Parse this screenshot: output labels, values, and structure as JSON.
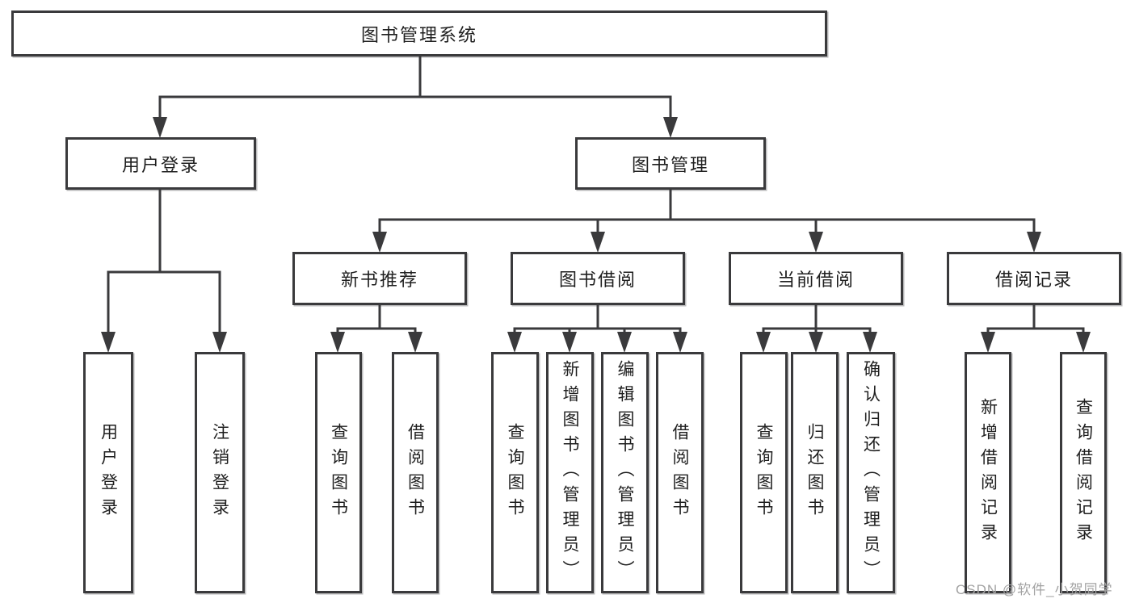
{
  "diagram": {
    "type": "hierarchy-tree",
    "root": {
      "label": "图书管理系统",
      "children": [
        {
          "label": "用户登录",
          "children": [
            {
              "label": "用户登录"
            },
            {
              "label": "注销登录"
            }
          ]
        },
        {
          "label": "图书管理",
          "children": [
            {
              "label": "新书推荐",
              "children": [
                {
                  "label": "查询图书"
                },
                {
                  "label": "借阅图书"
                }
              ]
            },
            {
              "label": "图书借阅",
              "children": [
                {
                  "label": "查询图书"
                },
                {
                  "label": "新增图书（管理员）"
                },
                {
                  "label": "编辑图书（管理员）"
                },
                {
                  "label": "借阅图书"
                }
              ]
            },
            {
              "label": "当前借阅",
              "children": [
                {
                  "label": "查询图书"
                },
                {
                  "label": "归还图书"
                },
                {
                  "label": "确认归还（管理员）"
                }
              ]
            },
            {
              "label": "借阅记录",
              "children": [
                {
                  "label": "新增借阅记录"
                },
                {
                  "label": "查询借阅记录"
                }
              ]
            }
          ]
        }
      ]
    }
  },
  "watermark": {
    "text": "CSDN @软件_小贺同学"
  },
  "colors": {
    "line": "#3a3a3c",
    "box_border": "#3a3a3c",
    "box_background": "#ffffff",
    "text": "#1f1f1f",
    "watermark": "#a3a3a3"
  }
}
